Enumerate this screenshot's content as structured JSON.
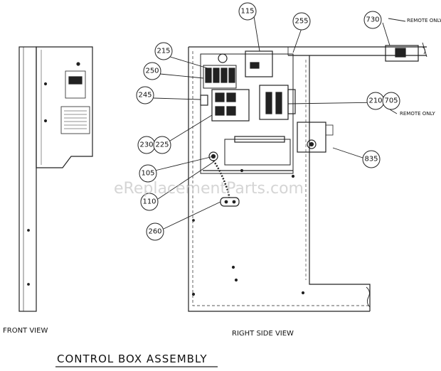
{
  "title": "CONTROL BOX ASSEMBLY",
  "watermark": "eReplacementParts.com",
  "views": {
    "front": "FRONT VIEW",
    "right_side": "RIGHT SIDE VIEW"
  },
  "notes": {
    "remote_only_top": "REMOTE ONLY",
    "remote_only_mid": "REMOTE ONLY"
  },
  "callouts": [
    {
      "id": "c115",
      "label": "115"
    },
    {
      "id": "c255",
      "label": "255"
    },
    {
      "id": "c730",
      "label": "730"
    },
    {
      "id": "c215",
      "label": "215"
    },
    {
      "id": "c250",
      "label": "250"
    },
    {
      "id": "c245",
      "label": "245"
    },
    {
      "id": "c210",
      "label": "210"
    },
    {
      "id": "c705",
      "label": "705"
    },
    {
      "id": "c230",
      "label": "230"
    },
    {
      "id": "c225",
      "label": "225"
    },
    {
      "id": "c835",
      "label": "835"
    },
    {
      "id": "c105",
      "label": "105"
    },
    {
      "id": "c110",
      "label": "110"
    },
    {
      "id": "c260",
      "label": "260"
    }
  ],
  "colors": {
    "line": "#222222",
    "watermark": "#c8c8c8"
  }
}
